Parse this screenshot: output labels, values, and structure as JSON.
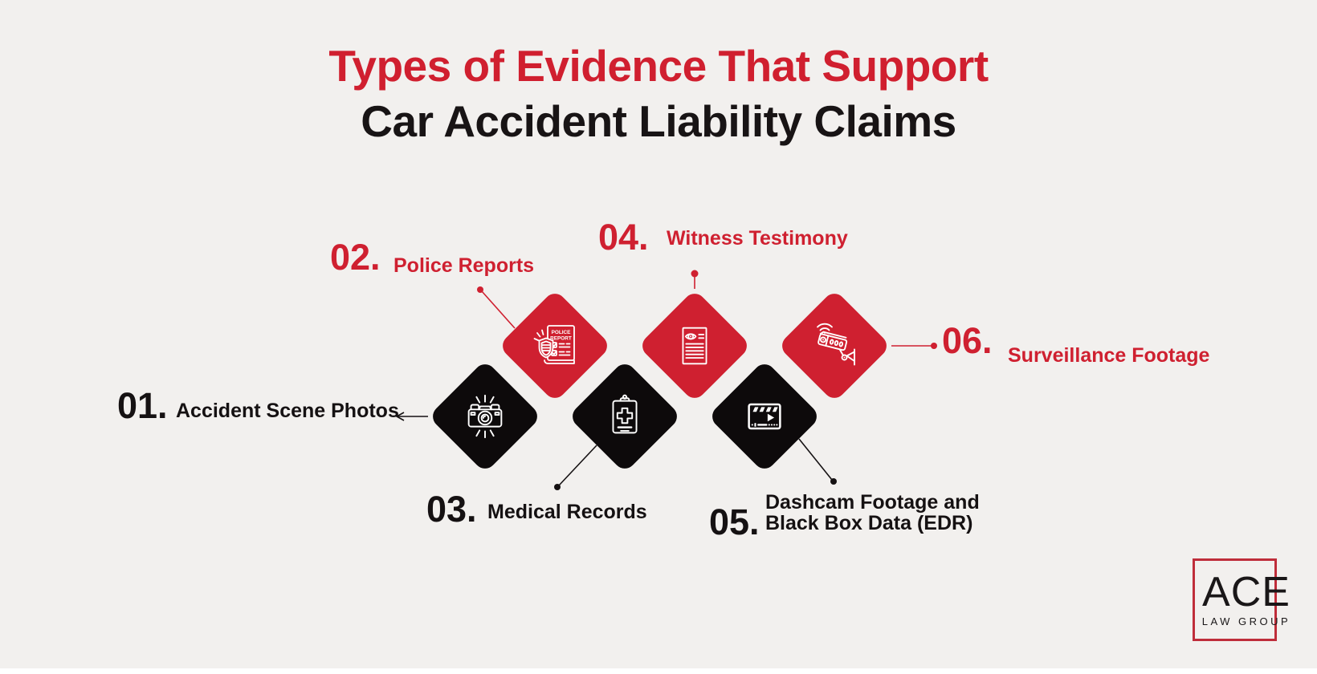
{
  "title": {
    "line1": "Types of Evidence That Support",
    "line2": "Car Accident Liability Claims"
  },
  "items": [
    {
      "number": "01.",
      "label": "Accident Scene Photos",
      "color": "#151112",
      "icon": "camera-icon"
    },
    {
      "number": "02.",
      "label": "Police Reports",
      "color": "#cf2030",
      "icon": "police-report-icon"
    },
    {
      "number": "03.",
      "label": "Medical Records",
      "color": "#151112",
      "icon": "medical-clipboard-icon"
    },
    {
      "number": "04.",
      "label": "Witness Testimony",
      "color": "#cf2030",
      "icon": "eye-document-icon"
    },
    {
      "number": "05.",
      "label_line1": "Dashcam Footage and",
      "label_line2": "Black Box Data (EDR)",
      "color": "#151112",
      "icon": "dashcam-video-icon"
    },
    {
      "number": "06.",
      "label": "Surveillance Footage",
      "color": "#cf2030",
      "icon": "cctv-camera-icon"
    }
  ],
  "police_icon_text": {
    "line1": "POLICE",
    "line2": "REPORT"
  },
  "logo": {
    "name": "ACE",
    "subtitle": "LAW GROUP"
  },
  "colors": {
    "background": "#f2f0ee",
    "red": "#cf2030",
    "black_diamond": "#0d0a0b",
    "title_red": "#d01f2f",
    "title_black": "#181415",
    "logo_border": "#bf2d3a"
  }
}
